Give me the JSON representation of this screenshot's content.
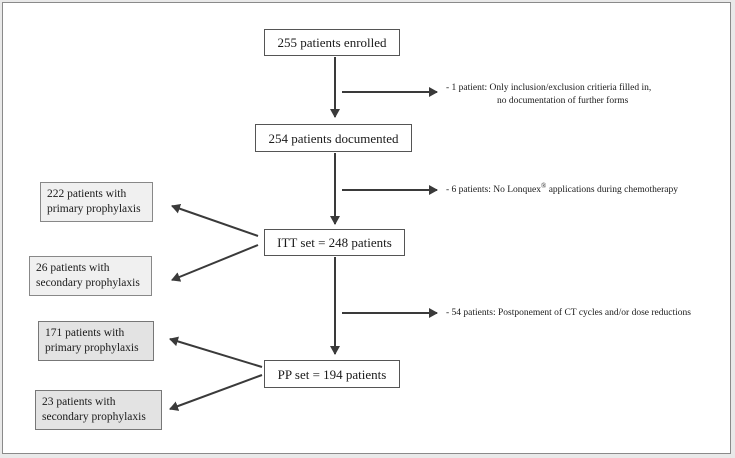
{
  "main_flow": {
    "enrolled": "255 patients enrolled",
    "documented": "254 patients documented",
    "itt_set": "ITT set = 248 patients",
    "pp_set": "PP set = 194 patients"
  },
  "exclusions": {
    "step1_line1": "- 1 patient: Only inclusion/exclusion critieria filled in,",
    "step1_line2": "no documentation of further forms",
    "step2_prefix": "- 6 patients: No Lonquex",
    "step2_reg": "®",
    "step2_suffix": " applications during chemotherapy",
    "step3": "- 54 patients: Postponement of CT cycles and/or dose reductions"
  },
  "itt_breakdown": {
    "primary_line1": "222 patients with",
    "primary_line2": "primary prophylaxis",
    "secondary_line1": "26 patients with",
    "secondary_line2": "secondary prophylaxis"
  },
  "pp_breakdown": {
    "primary_line1": "171 patients with",
    "primary_line2": "primary prophylaxis",
    "secondary_line1": "23 patients with",
    "secondary_line2": "secondary prophylaxis"
  },
  "colors": {
    "arrow": "#3a3a3a",
    "pp_box_fill": "#e3e3e3",
    "itt_box_fill": "#f0f0f0"
  }
}
